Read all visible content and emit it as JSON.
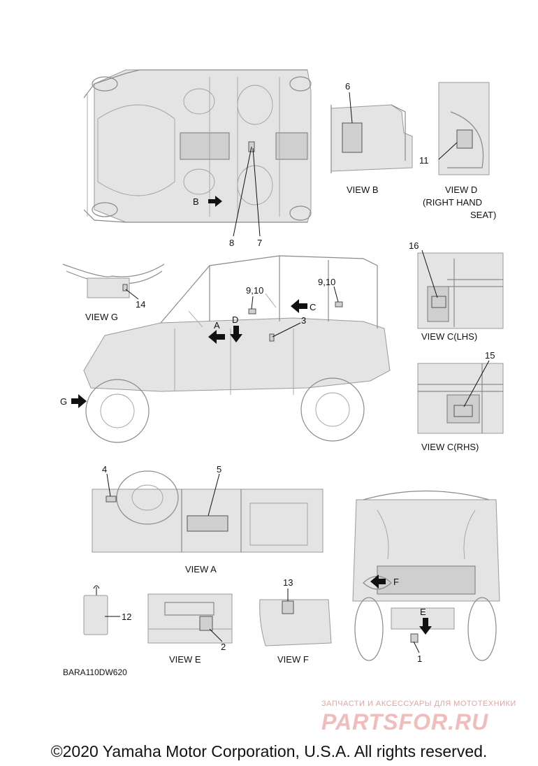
{
  "callouts": {
    "n1": "1",
    "n2": "2",
    "n3": "3",
    "n4": "4",
    "n5": "5",
    "n6": "6",
    "n7": "7",
    "n8": "8",
    "n910a": "9,10",
    "n910b": "9,10",
    "n11": "11",
    "n12": "12",
    "n13": "13",
    "n14": "14",
    "n15": "15",
    "n16": "16"
  },
  "letters": {
    "A": "A",
    "B": "B",
    "C": "C",
    "D": "D",
    "E": "E",
    "F": "F",
    "G": "G"
  },
  "views": {
    "view_b": "VIEW B",
    "view_d_1": "VIEW D",
    "view_d_2": "(RIGHT HAND",
    "view_d_3": "SEAT)",
    "view_g": "VIEW G",
    "view_c_lhs": "VIEW C(LHS)",
    "view_c_rhs": "VIEW C(RHS)",
    "view_a": "VIEW A",
    "view_e": "VIEW E",
    "view_f": "VIEW F"
  },
  "diagram_code": "BARA110DW620",
  "watermark": {
    "line1": "ЗАПЧАСТИ И АКСЕССУАРЫ ДЛЯ МОТОТЕХНИКИ",
    "line2": "PARTSFOR.RU"
  },
  "copyright": "©2020 Yamaha Motor Corporation, U.S.A. All rights reserved."
}
